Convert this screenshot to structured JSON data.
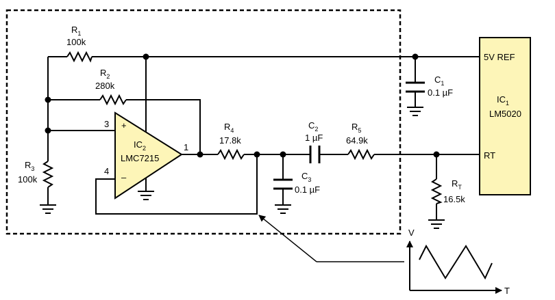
{
  "components": {
    "r1": {
      "name": "R",
      "sub": "1",
      "value": "100k"
    },
    "r2": {
      "name": "R",
      "sub": "2",
      "value": "280k"
    },
    "r3": {
      "name": "R",
      "sub": "3",
      "value": "100k"
    },
    "r4": {
      "name": "R",
      "sub": "4",
      "value": "17.8k"
    },
    "r5": {
      "name": "R",
      "sub": "5",
      "value": "64.9k"
    },
    "rt": {
      "name": "R",
      "sub": "T",
      "value": "16.5k"
    },
    "c1": {
      "name": "C",
      "sub": "1",
      "value": "0.1 µF"
    },
    "c2": {
      "name": "C",
      "sub": "2",
      "value": "1 µF"
    },
    "c3": {
      "name": "C",
      "sub": "3",
      "value": "0.1 µF"
    },
    "ic2": {
      "name": "IC",
      "sub": "2",
      "part": "LMC7215",
      "plus": "+",
      "minus": "–"
    },
    "ic1": {
      "name": "IC",
      "sub": "1",
      "part": "LM5020",
      "pin_ref": "5V REF",
      "pin_rt": "RT"
    }
  },
  "pins": {
    "p3": "3",
    "p4": "4",
    "p1": "1"
  },
  "graph": {
    "v_label": "V",
    "t_label": "T"
  },
  "colors": {
    "ic_fill": "#fdf5b8",
    "line": "#000000"
  }
}
